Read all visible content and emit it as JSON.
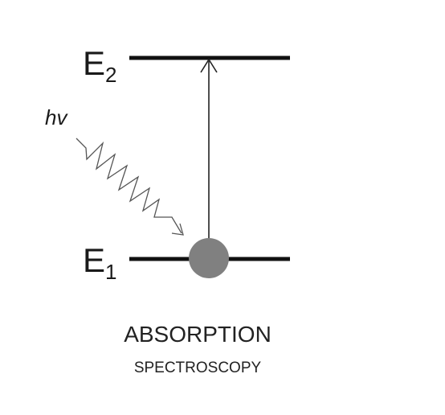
{
  "levels": {
    "upper": {
      "base": "E",
      "sub": "2"
    },
    "lower": {
      "base": "E",
      "sub": "1"
    }
  },
  "photon_label": "hv",
  "caption": {
    "line1": "ABSORPTION",
    "line2": "SPECTROSCOPY"
  },
  "colors": {
    "line": "#111111",
    "particle": "#808080",
    "photon": "#555555",
    "text": "#1a1a1a"
  }
}
